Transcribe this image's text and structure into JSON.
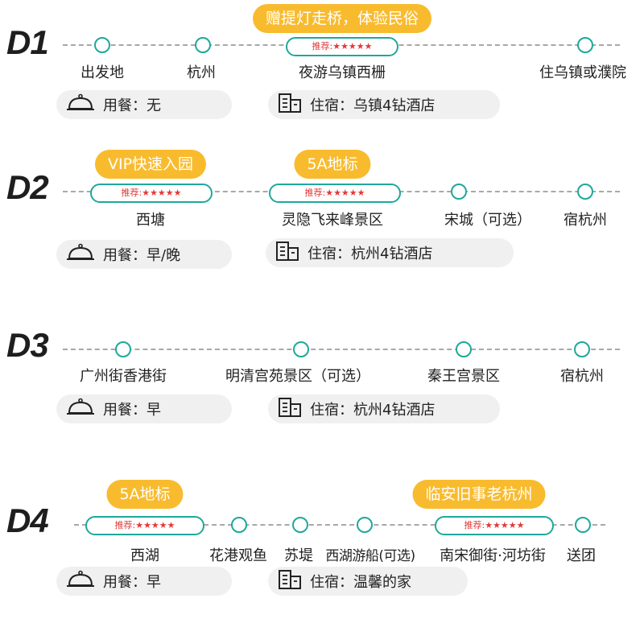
{
  "days": [
    {
      "label": "D1",
      "tags": [
        "赠提灯走桥，体验民俗"
      ],
      "stops": [
        {
          "name": "出发地",
          "recommended": false
        },
        {
          "name": "杭州",
          "recommended": false
        },
        {
          "name": "夜游乌镇西栅",
          "recommended": true
        },
        {
          "name": "住乌镇或濮院",
          "recommended": false
        }
      ],
      "meal": "用餐：无",
      "lodging": "住宿：乌镇4钻酒店"
    },
    {
      "label": "D2",
      "tags": [
        "VIP快速入园",
        "5A地标"
      ],
      "stops": [
        {
          "name": "西塘",
          "recommended": true
        },
        {
          "name": "灵隐飞来峰景区",
          "recommended": true
        },
        {
          "name": "宋城（可选）",
          "recommended": false
        },
        {
          "name": "宿杭州",
          "recommended": false
        }
      ],
      "meal": "用餐：早/晚",
      "lodging": "住宿：杭州4钻酒店"
    },
    {
      "label": "D3",
      "tags": [],
      "stops": [
        {
          "name": "广州街香港街",
          "recommended": false
        },
        {
          "name": "明清宫苑景区（可选）",
          "recommended": false
        },
        {
          "name": "秦王宫景区",
          "recommended": false
        },
        {
          "name": "宿杭州",
          "recommended": false
        }
      ],
      "meal": "用餐：早",
      "lodging": "住宿：杭州4钻酒店"
    },
    {
      "label": "D4",
      "tags": [
        "5A地标",
        "临安旧事老杭州"
      ],
      "stops": [
        {
          "name": "西湖",
          "recommended": true
        },
        {
          "name": "花港观鱼",
          "recommended": false
        },
        {
          "name": "苏堤",
          "recommended": false
        },
        {
          "name": "西湖游船(可选)",
          "recommended": false
        },
        {
          "name": "南宋御街·河坊街",
          "recommended": true
        },
        {
          "name": "送团",
          "recommended": false
        }
      ],
      "meal": "用餐：早",
      "lodging": "住宿：温馨的家"
    }
  ],
  "badge": {
    "prefix": "推荐:",
    "stars": "★★★★★"
  },
  "icons": {
    "meal": "dome-cloche-icon",
    "lodging": "building-icon"
  },
  "colors": {
    "accent": "#1fa89b",
    "tag": "#f9bb2e",
    "stars": "#e23a3a",
    "info_bg": "#f0f0f0"
  }
}
